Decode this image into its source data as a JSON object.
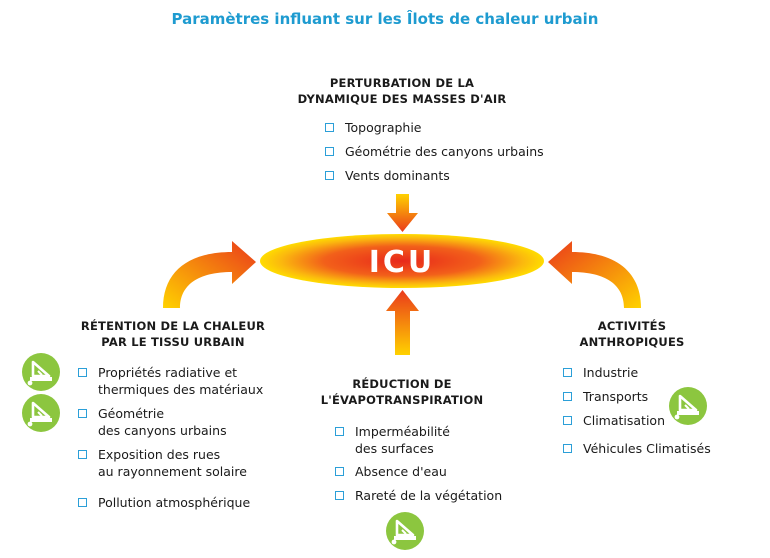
{
  "title": "Paramètres influant sur les Îlots de chaleur urbain",
  "center": {
    "label": "ICU"
  },
  "top": {
    "heading_line1": "PERTURBATION DE LA",
    "heading_line2": "DYNAMIQUE DES MASSES D'AIR",
    "items": [
      "Topographie",
      "Géométrie des canyons urbains",
      "Vents dominants"
    ]
  },
  "left": {
    "heading_line1": "RÉTENTION DE LA CHALEUR",
    "heading_line2": "PAR LE TISSU URBAIN",
    "items": [
      {
        "line1": "Propriétés radiative et",
        "line2": "thermiques des matériaux"
      },
      {
        "line1": "Géométrie",
        "line2": "des canyons urbains"
      },
      {
        "line1": "Exposition des rues",
        "line2": "au rayonnement solaire"
      },
      {
        "line1": "Pollution atmosphérique",
        "line2": ""
      }
    ]
  },
  "bottom": {
    "heading_line1": "RÉDUCTION DE",
    "heading_line2": "L'ÉVAPOTRANSPIRATION",
    "items": [
      {
        "line1": "Imperméabilité",
        "line2": "des surfaces"
      },
      {
        "line1": "Absence d'eau",
        "line2": ""
      },
      {
        "line1": "Rareté de la végétation",
        "line2": ""
      }
    ]
  },
  "right": {
    "heading_line1": "ACTIVITÉS",
    "heading_line2": "ANTHROPIQUES",
    "items": [
      "Industrie",
      "Transports",
      "Climatisation",
      "Véhicules Climatisés"
    ]
  },
  "colors": {
    "title": "#1e9bd0",
    "bullet": "#2b9fd8",
    "badge": "#8cc63f",
    "gradient_yellow": "#ffd200",
    "gradient_red": "#e8281b"
  },
  "icons": {
    "badge": "urban-planning-badge-icon"
  }
}
